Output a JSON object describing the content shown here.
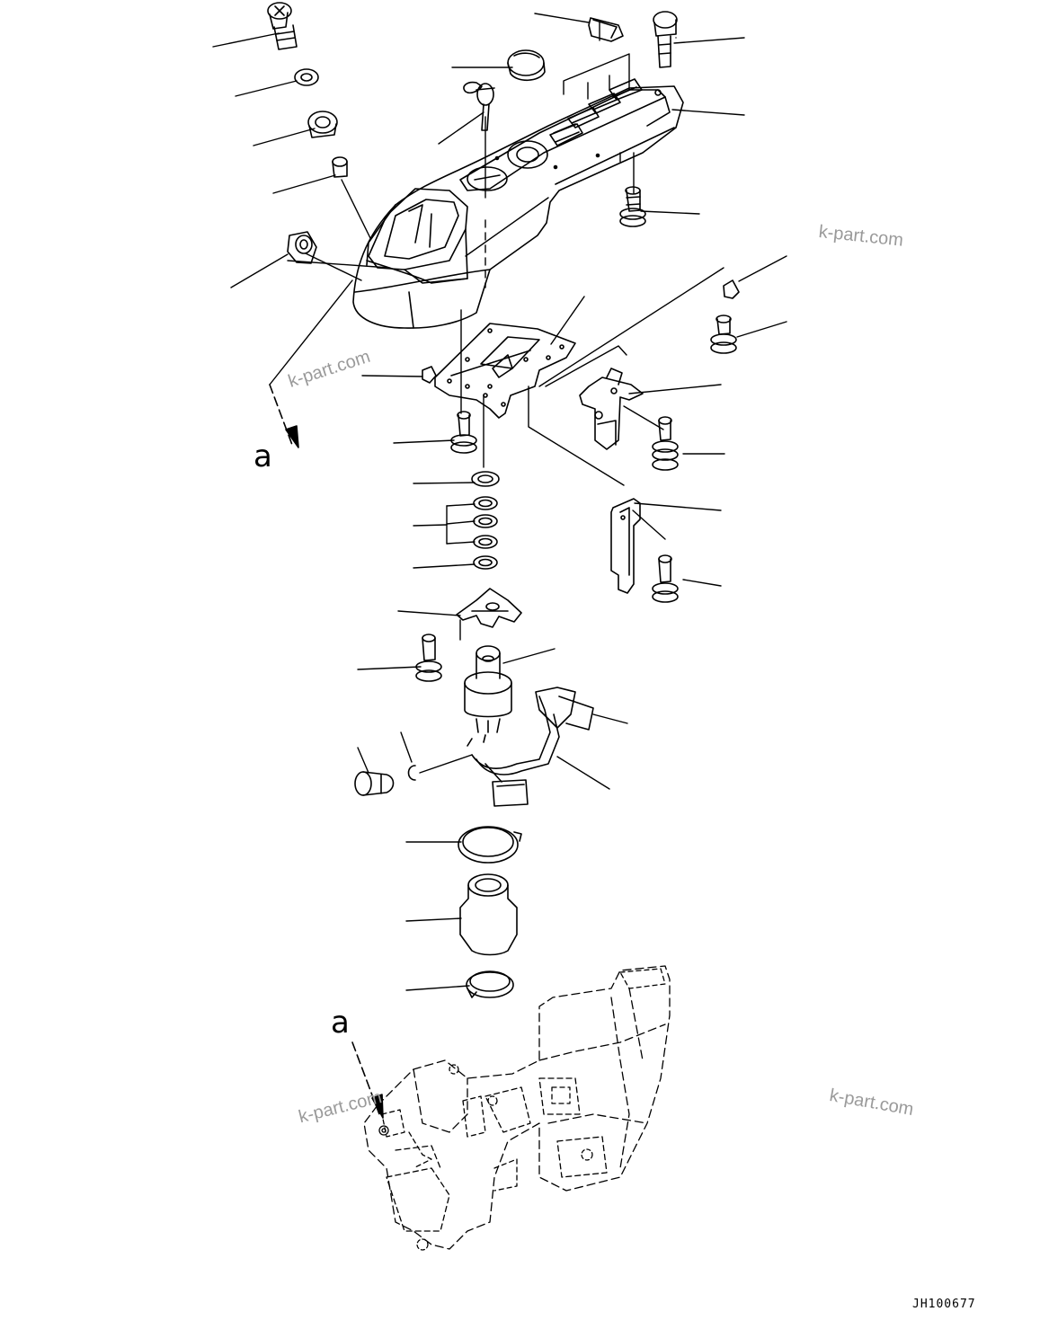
{
  "diagram": {
    "reference_label": "a",
    "reference_label_lower": "a",
    "drawing_code": "JH100677",
    "watermark": "k-part.com",
    "line_color": "#000000",
    "watermark_color": "#9a9a9a"
  }
}
